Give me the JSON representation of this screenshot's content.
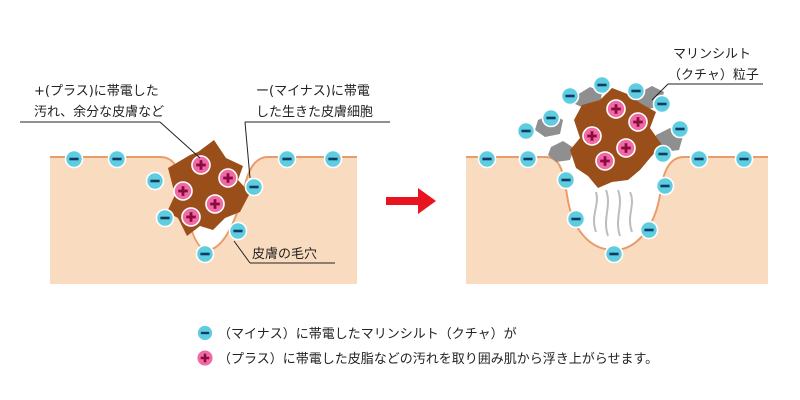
{
  "left_panel": {
    "label_plus_line1": "+(プラス)に帯電した",
    "label_plus_line2": "汚れ、余分な皮膚など",
    "label_minus_line1": "ー(マイナス)に帯電",
    "label_minus_line2": "した生きた皮膚細胞",
    "label_pore": "皮膚の毛穴"
  },
  "right_panel": {
    "label_silt_line1": "マリンシルト",
    "label_silt_line2": "（クチャ）粒子"
  },
  "legend": {
    "line1": "（マイナス）に帯電したマリンシルト（クチャ）が",
    "line2": "（プラス）に帯電した皮脂などの汚れを取り囲み肌から浮き上がらせます。"
  },
  "colors": {
    "skin": "#f9dcc0",
    "skin_edge": "#e89c6a",
    "dirt": "#9a4f1a",
    "silt": "#8f8f8f",
    "minus_fill": "#5fcde0",
    "plus_fill": "#f06aa5",
    "arrow": "#e8141f"
  }
}
